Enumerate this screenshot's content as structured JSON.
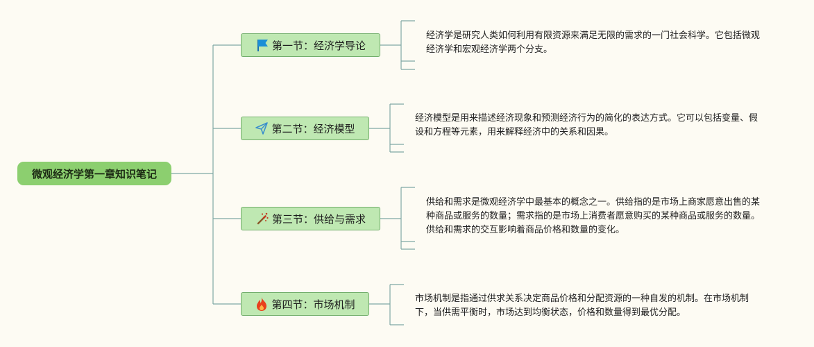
{
  "root": {
    "label": "微观经济学第一章知识笔记"
  },
  "sections": [
    {
      "icon": "flag-icon",
      "label": "第一节：经济学导论",
      "text": "经济学是研究人类如何利用有限资源来满足无限的需求的一门社会科学。它包括微观经济学和宏观经济学两个分支。",
      "color": "#1a8fd6"
    },
    {
      "icon": "paper-plane-icon",
      "label": "第二节：经济模型",
      "text": "经济模型是用来描述经济现象和预测经济行为的简化的表达方式。它可以包括变量、假设和方程等元素，用来解释经济中的关系和因果。",
      "color": "#3a8fcc"
    },
    {
      "icon": "magic-wand-icon",
      "label": "第三节：供给与需求",
      "text": "供给和需求是微观经济学中最基本的概念之一。供给指的是市场上商家愿意出售的某种商品或服务的数量；需求指的是市场上消费者愿意购买的某种商品或服务的数量。供给和需求的交互影响着商品价格和数量的变化。",
      "color": "#c23b22"
    },
    {
      "icon": "fire-icon",
      "label": "第四节：市场机制",
      "text": "市场机制是指通过供求关系决定商品价格和分配资源的一种自发的机制。在市场机制下，当供需平衡时，市场达到均衡状态，价格和数量得到最优分配。",
      "color": "#e8401c"
    }
  ]
}
